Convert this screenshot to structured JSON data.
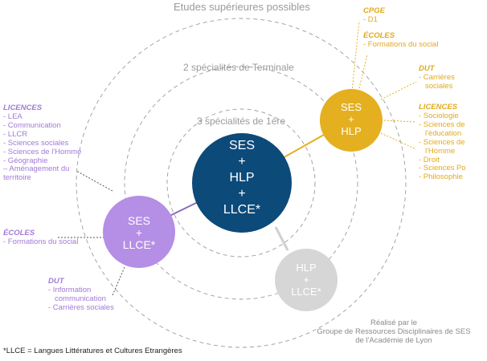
{
  "rings": {
    "outer": "Etudes supérieures possibles",
    "middle": "2 spécialités de Terminale",
    "inner": "3 spécialités de 1ère"
  },
  "center": {
    "l1": "SES",
    "l2": "+",
    "l3": "HLP",
    "l4": "+",
    "l5": "LLCE*"
  },
  "ses_llce": {
    "l1": "SES",
    "l2": "+",
    "l3": "LLCE*"
  },
  "ses_hlp": {
    "l1": "SES",
    "l2": "+",
    "l3": "HLP"
  },
  "hlp_llce": {
    "l1": "HLP",
    "l2": "+",
    "l3": "LLCE*"
  },
  "left": {
    "licences_head": "LICENCES",
    "licences": [
      "- LEA",
      "- Communication",
      "- LLCR",
      "- Sciences sociales",
      "- Sciences de l'Homme",
      "- Géographie",
      "– Aménagement du",
      "territoire"
    ],
    "ecoles_head": "ÉCOLES",
    "ecoles": [
      "- Formations du social"
    ],
    "dut_head": "DUT",
    "dut": [
      "- Information",
      "communication",
      "- Carrières sociales"
    ]
  },
  "right": {
    "cpge_head": "CPGE",
    "cpge": [
      "- D1"
    ],
    "ecoles_head": "ÉCOLES",
    "ecoles": [
      "- Formations du social"
    ],
    "dut_head": "DUT",
    "dut": [
      "- Carrières",
      "sociales"
    ],
    "licences_head": "LICENCES",
    "licences": [
      "- Sociologie",
      "- Sciences de",
      "l'éducation",
      "- Sciences de",
      "l'Homme",
      "- Droit",
      "- Sciences Po",
      "- Philosophie"
    ]
  },
  "credit": {
    "l1": "Réalisé par le",
    "l2": "Groupe de Ressources Disciplinaires de SES",
    "l3": "de l'Académie de Lyon"
  },
  "footnote": "*LLCE = Langues Littératures et Cultures Etrangères",
  "colors": {
    "navy": "#0c4a7a",
    "purple": "#b58ee6",
    "gold": "#e4b020",
    "grey": "#d6d6d6",
    "purple_text": "#a27ad6",
    "gold_text": "#e0aa1c"
  }
}
